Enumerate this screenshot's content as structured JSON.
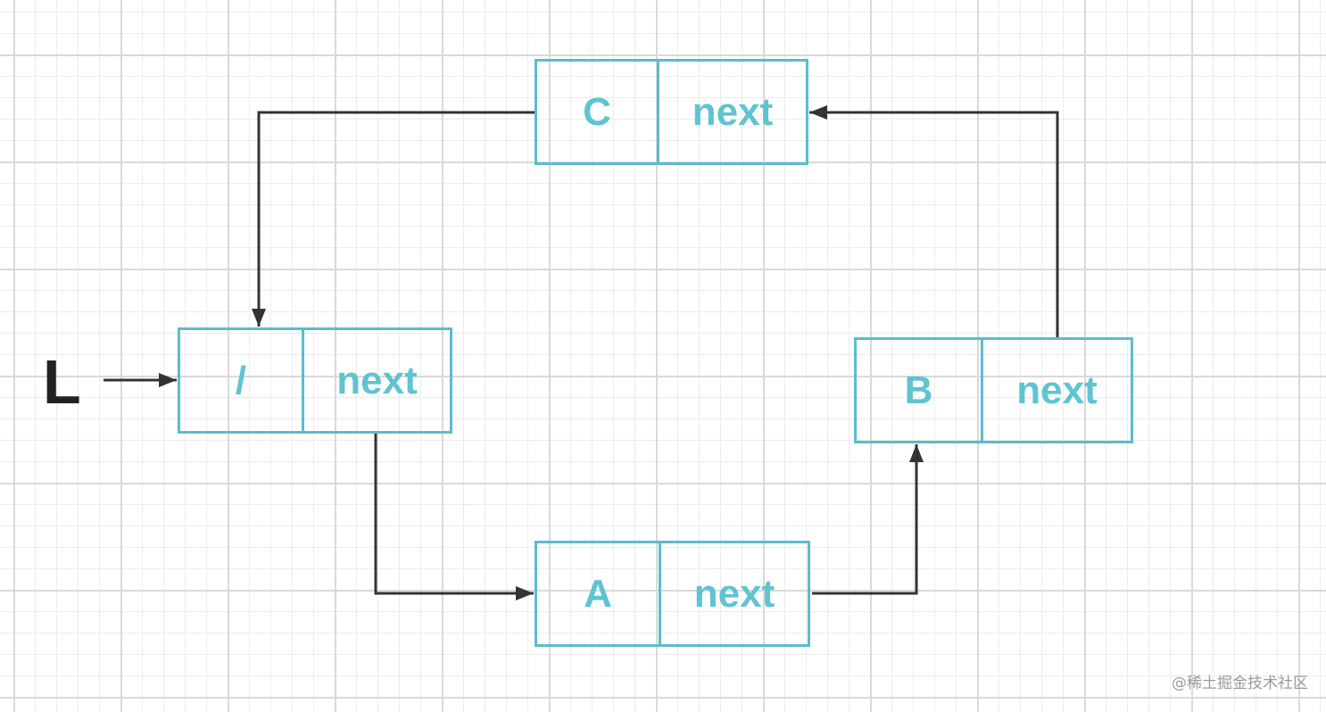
{
  "head_pointer_label": "L",
  "colors": {
    "node_border": "#5bbccc",
    "node_text": "#5fc3d2",
    "arrow": "#333333",
    "grid": "#d9d9d9"
  },
  "nodes": [
    {
      "id": "head",
      "data_label": "/",
      "next_label": "next"
    },
    {
      "id": "a",
      "data_label": "A",
      "next_label": "next"
    },
    {
      "id": "b",
      "data_label": "B",
      "next_label": "next"
    },
    {
      "id": "c",
      "data_label": "C",
      "next_label": "next"
    }
  ],
  "links": [
    {
      "from": "L",
      "to": "head"
    },
    {
      "from": "head",
      "to": "a"
    },
    {
      "from": "a",
      "to": "b"
    },
    {
      "from": "b",
      "to": "c"
    },
    {
      "from": "c",
      "to": "head"
    }
  ],
  "watermark": "@稀土掘金技术社区"
}
